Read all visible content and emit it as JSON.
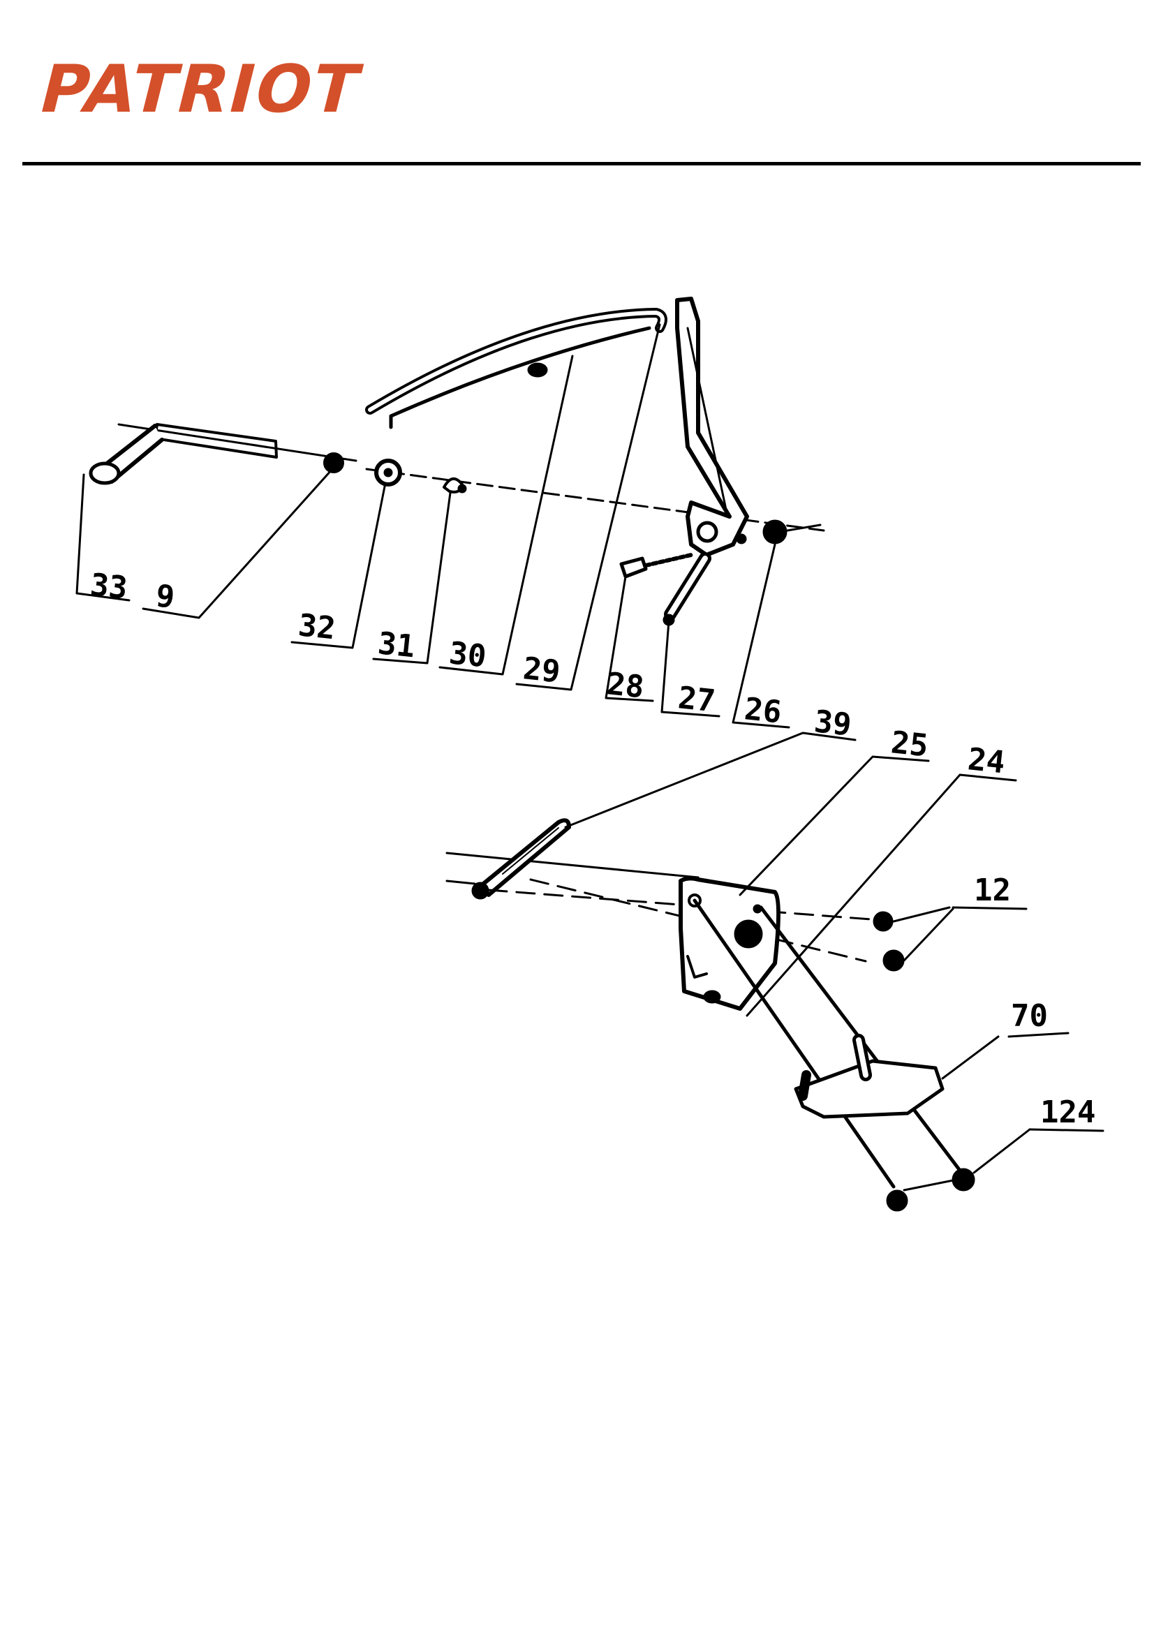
{
  "brand": {
    "name": "PATRIOT",
    "color": "#d4502a"
  },
  "diagram": {
    "callouts": [
      {
        "id": "33",
        "label": "33"
      },
      {
        "id": "9",
        "label": "9"
      },
      {
        "id": "32",
        "label": "32"
      },
      {
        "id": "31",
        "label": "31"
      },
      {
        "id": "30",
        "label": "30"
      },
      {
        "id": "29",
        "label": "29"
      },
      {
        "id": "28",
        "label": "28"
      },
      {
        "id": "27",
        "label": "27"
      },
      {
        "id": "26",
        "label": "26"
      },
      {
        "id": "39",
        "label": "39"
      },
      {
        "id": "25",
        "label": "25"
      },
      {
        "id": "24",
        "label": "24"
      },
      {
        "id": "12",
        "label": "12"
      },
      {
        "id": "70",
        "label": "70"
      },
      {
        "id": "124",
        "label": "124"
      }
    ]
  }
}
